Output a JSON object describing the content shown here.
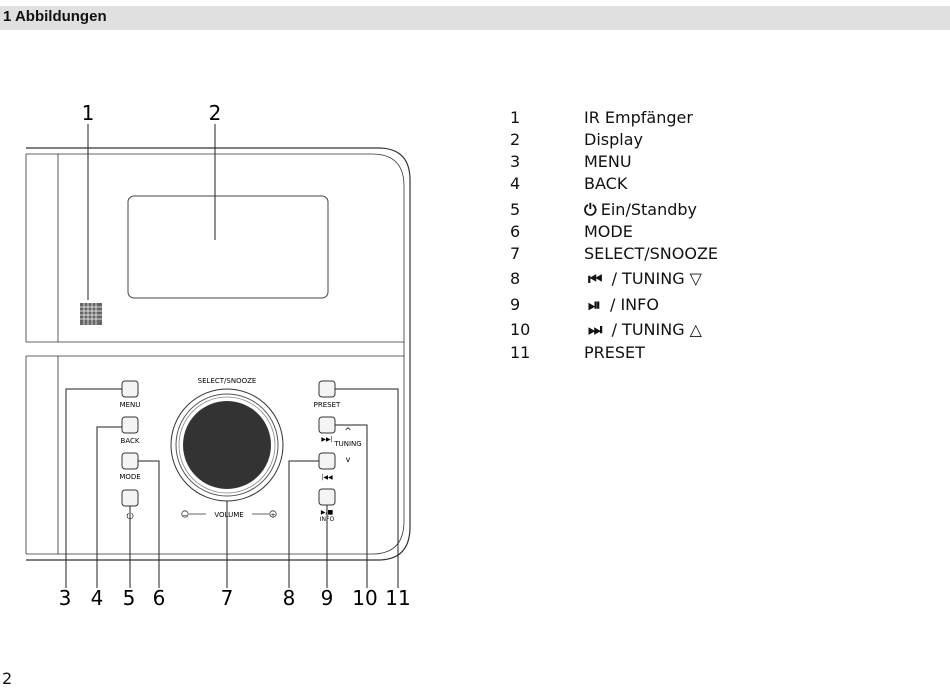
{
  "header": {
    "title": "1 Abbildungen"
  },
  "figure": {
    "top_callouts": [
      "1",
      "2"
    ],
    "bottom_callouts": [
      "3",
      "4",
      "5",
      "6",
      "7",
      "8",
      "9",
      "10",
      "11"
    ],
    "device_labels": {
      "select_snooze": "SELECT/SNOOZE",
      "menu": "MENU",
      "back": "BACK",
      "mode": "MODE",
      "volume": "VOLUME",
      "preset": "PRESET",
      "tuning": "TUNING",
      "info": "INFO",
      "power_symbol": "⏻",
      "up_chevron": "^",
      "down_chevron": "v",
      "next_symbol": "▶▶|",
      "prev_symbol": "|◀◀",
      "play_stop_symbol": "▶/■",
      "minus": "−",
      "plus": "+"
    }
  },
  "legend": [
    {
      "num": "1",
      "text": "IR Empfänger"
    },
    {
      "num": "2",
      "text": "Display"
    },
    {
      "num": "3",
      "text": "MENU"
    },
    {
      "num": "4",
      "text": "BACK"
    },
    {
      "num": "5",
      "icon": "⏻",
      "text": "Ein/Standby"
    },
    {
      "num": "6",
      "text": "MODE"
    },
    {
      "num": "7",
      "text": "SELECT/SNOOZE"
    },
    {
      "num": "8",
      "icon": "⏮",
      "text": "/ TUNING ▽"
    },
    {
      "num": "9",
      "icon": "⏯",
      "text": "/ INFO"
    },
    {
      "num": "10",
      "icon": "⏭",
      "text": "/ TUNING △"
    },
    {
      "num": "11",
      "text": "PRESET"
    }
  ],
  "page_number": "2"
}
